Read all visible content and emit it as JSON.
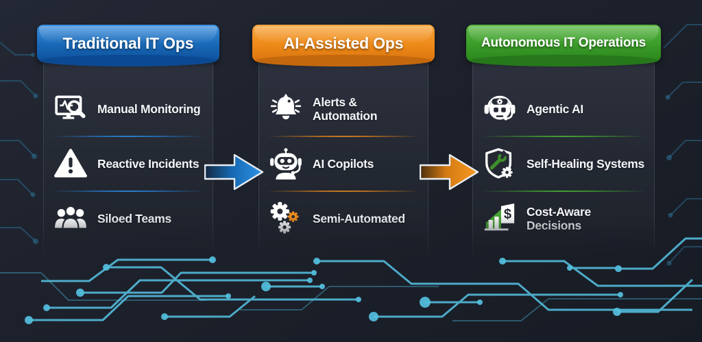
{
  "diagram": {
    "columns": [
      {
        "header": "Traditional IT Ops",
        "accent_color": "#1868b6",
        "items": [
          {
            "label": "Manual Monitoring",
            "icon": "monitor-pulse-icon"
          },
          {
            "label": "Reactive Incidents",
            "icon": "warning-triangle-icon"
          },
          {
            "label": "Siloed Teams",
            "icon": "team-icon"
          }
        ]
      },
      {
        "header": "AI-Assisted Ops",
        "accent_color": "#ee8a18",
        "items": [
          {
            "label": "Alerts & Automation",
            "icon": "alert-bell-icon"
          },
          {
            "label": "AI Copilots",
            "icon": "robot-copilot-icon"
          },
          {
            "label": "Semi-Automated",
            "icon": "gears-icon"
          }
        ]
      },
      {
        "header": "Autonomous IT Operations",
        "accent_color": "#3a9c29",
        "items": [
          {
            "label": "Agentic AI",
            "icon": "agentic-robot-icon"
          },
          {
            "label": "Self-Healing Systems",
            "icon": "shield-wrench-icon"
          },
          {
            "label": "Cost-Aware\nDecisions",
            "icon": "cost-chart-icon"
          }
        ]
      }
    ],
    "arrows": [
      {
        "direction": "right",
        "color": "#2584d6"
      },
      {
        "direction": "right",
        "color": "#f08a1d"
      }
    ],
    "background": {
      "circuit_color": "#54bfdf",
      "base_color": "#1d212b"
    }
  }
}
